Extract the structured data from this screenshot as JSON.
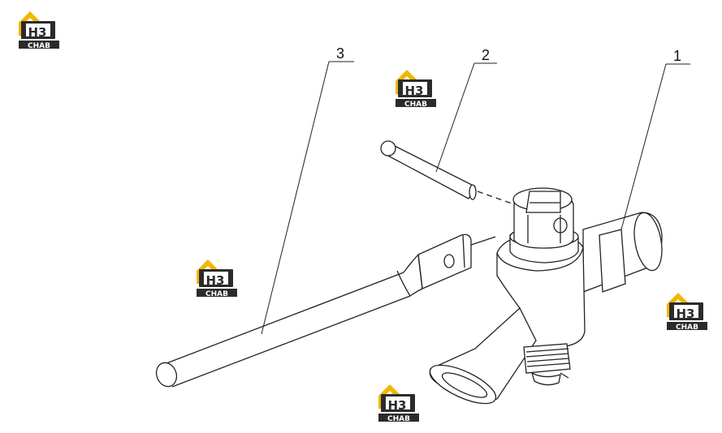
{
  "diagram": {
    "callouts": [
      {
        "id": "1",
        "label": "1"
      },
      {
        "id": "2",
        "label": "2"
      },
      {
        "id": "3",
        "label": "3"
      }
    ]
  },
  "watermark": {
    "logo_mark": "H3",
    "logo_text": "CHAB",
    "colors": {
      "roof": "#F2B705",
      "house": "#2B2B2B",
      "text_light": "#FFFFFF",
      "text_dark": "#2B2B2B"
    }
  }
}
